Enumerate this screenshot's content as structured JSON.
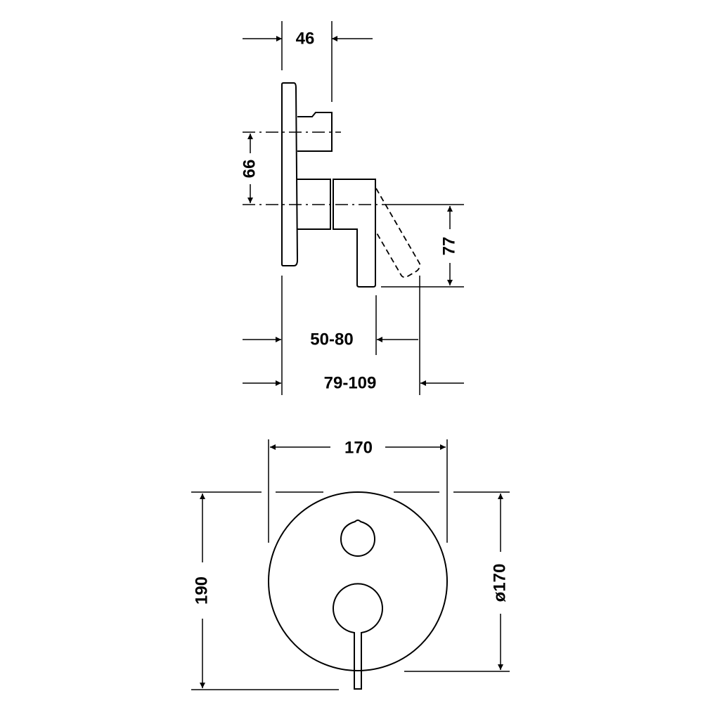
{
  "dimensions": {
    "depth_top": "46",
    "axis_spacing": "66",
    "lever_drop": "77",
    "install_depth_1": "50-80",
    "install_depth_2": "79-109",
    "width": "170",
    "height": "190",
    "diameter": "ø170"
  }
}
